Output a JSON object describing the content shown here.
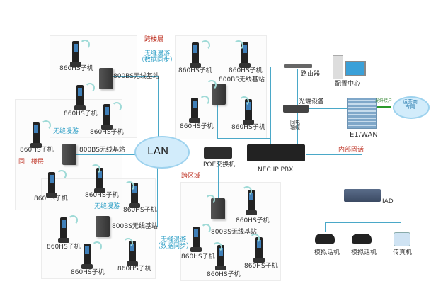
{
  "title": "NEC IP PBX wireless network topology",
  "zones": {
    "cross_floor": "跨楼层",
    "same_floor": "同一楼层",
    "cross_area": "跨区域"
  },
  "roaming": {
    "seamless_sync": "无缝漫游",
    "data_sync": "（数据同步）",
    "seamless": "无缝漫游"
  },
  "devices": {
    "handset": "860HS子机",
    "base_station": "800BS无线基站",
    "lan": "LAN",
    "poe_switch": "POE交换机",
    "pbx": "NEC IP PBX",
    "router": "路由器",
    "config_center": "配置中心",
    "optical_device": "光端设备",
    "coax": "同电\n轴缆",
    "fiber_access": "光纤接户",
    "carrier_network": "运营商\n专网",
    "e1_wan": "E1/WAN",
    "internal_call": "内部固话",
    "iad": "IAD",
    "analog_phone_1": "模拟话机",
    "analog_phone_2": "模拟话机",
    "fax": "传真机"
  },
  "colors": {
    "line": "#4aa8c8",
    "red_label": "#c0392b",
    "blue_label": "#2e9fc6"
  }
}
